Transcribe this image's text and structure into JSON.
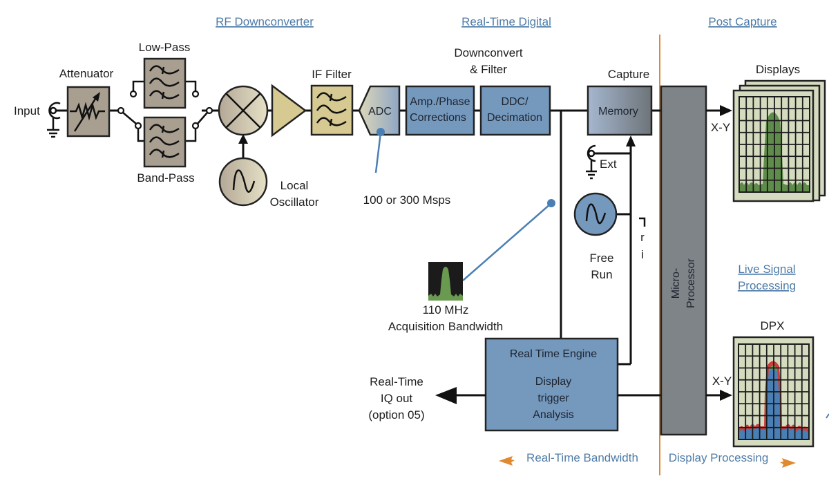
{
  "sections": {
    "rf_downconverter": "RF Downconverter",
    "real_time_digital": "Real-Time Digital",
    "post_capture": "Post Capture",
    "live_signal_processing_line1": "Live Signal",
    "live_signal_processing_line2": "Processing"
  },
  "labels": {
    "input": "Input",
    "attenuator": "Attenuator",
    "low_pass": "Low-Pass",
    "band_pass": "Band-Pass",
    "local_oscillator_line1": "Local",
    "local_oscillator_line2": "Oscillator",
    "if_filter": "IF Filter",
    "adc": "ADC",
    "sample_rate": "100 or 300 Msps",
    "downconvert_line1": "Downconvert",
    "downconvert_line2": "& Filter",
    "amp_phase_line1": "Amp./Phase",
    "amp_phase_line2": "Corrections",
    "ddc_line1": "DDC/",
    "ddc_line2": "Decimation",
    "capture": "Capture",
    "memory": "Memory",
    "ext": "Ext",
    "free_run_line1": "Free",
    "free_run_line2": "Run",
    "trigger_r": "r",
    "trigger_i": "i",
    "acq_bw_line1": "110 MHz",
    "acq_bw_line2": "Acquisition Bandwidth",
    "rte_title": "Real Time Engine",
    "rte_line1": "Display",
    "rte_line2": "trigger",
    "rte_line3": "Analysis",
    "iq_out_line1": "Real-Time",
    "iq_out_line2": "IQ out",
    "iq_out_line3": "(option 05)",
    "microprocessor_line1": "Micro-",
    "microprocessor_line2": "Processor",
    "displays": "Displays",
    "dpx": "DPX",
    "xy_top": "X-Y",
    "xy_bottom": "X-Y",
    "real_time_bandwidth": "Real-Time Bandwidth",
    "display_processing": "Display Processing"
  },
  "colors": {
    "rf_block": "#a89f91",
    "if_block": "#d6c992",
    "digital_block": "#7598bd",
    "microprocessor": "#7f8488",
    "section_text": "#4f7ca8",
    "divider": "#e0892e",
    "screen_bg": "#d4dbbf",
    "spectrum_green": "#5f8c4a",
    "dpx_blue": "#4a7fb5",
    "dpx_red": "#cc3d3d"
  }
}
